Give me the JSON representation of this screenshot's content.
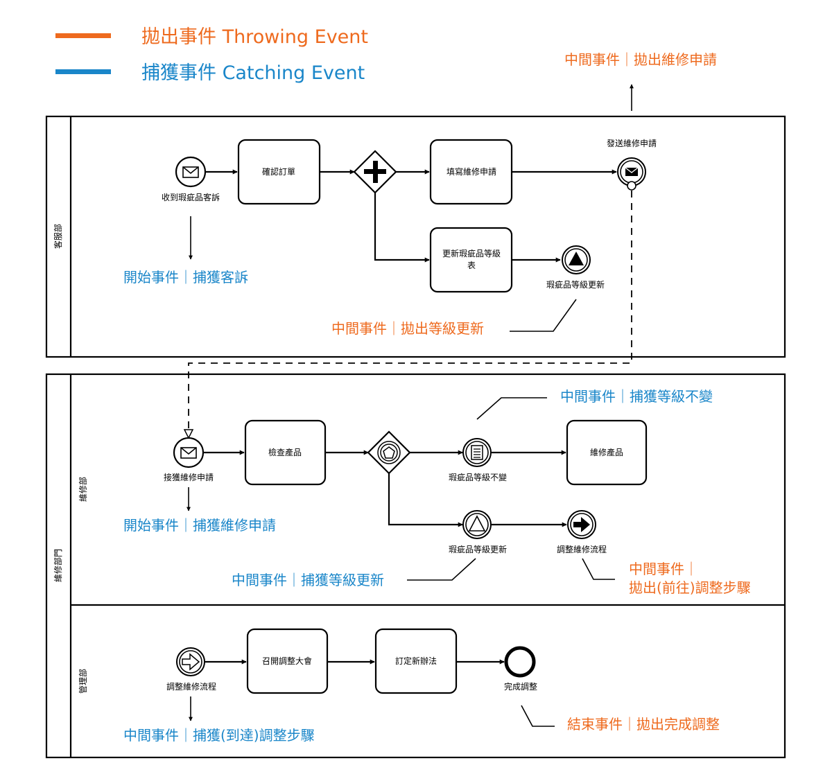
{
  "legend": {
    "throwing_label": "拋出事件 Throwing Event",
    "catching_label": "捕獲事件 Catching Event",
    "throwing_color": "#ee6a1e",
    "catching_color": "#1a86c9"
  },
  "pools": {
    "customer_service": "客服部",
    "maintenance": "維修部門"
  },
  "lanes": {
    "repair": "維修部",
    "management": "管理部"
  },
  "nodes": {
    "receive_complaint": "收到瑕疵品客訴",
    "confirm_order": "確認訂單",
    "fill_request": "填寫維修申請",
    "send_request": "發送維修申請",
    "update_table_line1": "更新瑕疵品等級",
    "update_table_line2": "表",
    "grade_updated_top": "瑕疵品等級更新",
    "receive_request": "接獲維修申請",
    "inspect_product": "檢查產品",
    "grade_unchanged": "瑕疵品等級不變",
    "repair_product": "維修產品",
    "grade_updated_bottom": "瑕疵品等級更新",
    "adjust_flow_throw": "調整維修流程",
    "adjust_flow_catch": "調整維修流程",
    "hold_meeting": "召開調整大會",
    "set_new_method": "訂定新辦法",
    "complete_adjust": "完成調整"
  },
  "annotations": {
    "throw_request": "中間事件｜拋出維修申請",
    "start_catch_complaint": "開始事件｜捕獲客訴",
    "throw_grade_update": "中間事件｜拋出等級更新",
    "catch_grade_unchanged": "中間事件｜捕獲等級不變",
    "start_catch_request": "開始事件｜捕獲維修申請",
    "catch_grade_update": "中間事件｜捕獲等級更新",
    "throw_goto_line1": "中間事件｜",
    "throw_goto_line2": "拋出(前往)調整步驟",
    "end_throw_complete": "結束事件｜拋出完成調整",
    "catch_arrive": "中間事件｜捕獲(到達)調整步驟"
  }
}
